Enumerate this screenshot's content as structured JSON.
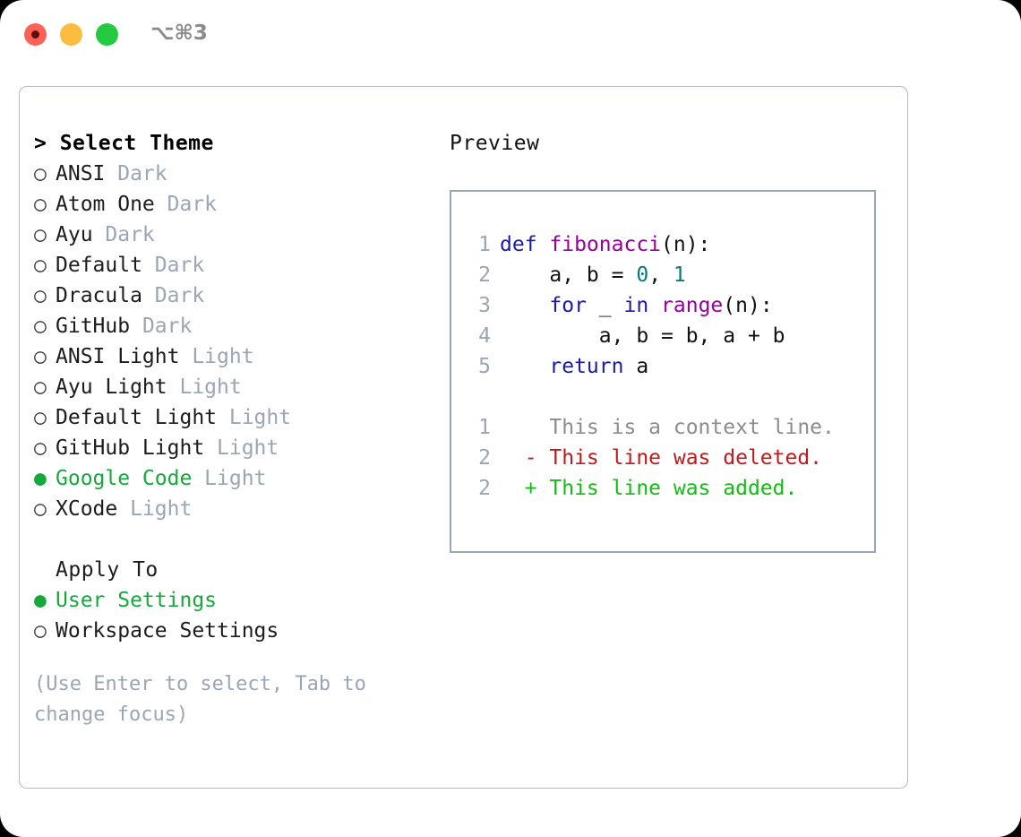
{
  "window": {
    "shortcut_label": "⌥⌘3",
    "traffic_lights": [
      {
        "name": "close",
        "color": "#fd6157"
      },
      {
        "name": "minimize",
        "color": "#fcbc40"
      },
      {
        "name": "maximize",
        "color": "#26ca41"
      }
    ]
  },
  "theme_picker": {
    "header": "> Select Theme",
    "selected_theme": "Google Code",
    "marker_selected": "●",
    "marker_unselected": "○",
    "accent_color": "#17a83b",
    "variant_color": "#9aa5b5",
    "items": [
      {
        "name": "ANSI",
        "variant": "Dark",
        "selected": false
      },
      {
        "name": "Atom One",
        "variant": "Dark",
        "selected": false
      },
      {
        "name": "Ayu",
        "variant": "Dark",
        "selected": false
      },
      {
        "name": "Default",
        "variant": "Dark",
        "selected": false
      },
      {
        "name": "Dracula",
        "variant": "Dark",
        "selected": false
      },
      {
        "name": "GitHub",
        "variant": "Dark",
        "selected": false
      },
      {
        "name": "ANSI Light",
        "variant": "Light",
        "selected": false
      },
      {
        "name": "Ayu Light",
        "variant": "Light",
        "selected": false
      },
      {
        "name": "Default Light",
        "variant": "Light",
        "selected": false
      },
      {
        "name": "GitHub Light",
        "variant": "Light",
        "selected": false
      },
      {
        "name": "Google Code",
        "variant": "Light",
        "selected": true
      },
      {
        "name": "XCode",
        "variant": "Light",
        "selected": false
      }
    ]
  },
  "apply_to": {
    "header": "Apply To",
    "selected_option": "User Settings",
    "options": [
      {
        "label": "User Settings",
        "selected": true
      },
      {
        "label": "Workspace Settings",
        "selected": false
      }
    ]
  },
  "hint": "(Use Enter to select, Tab to change focus)",
  "preview": {
    "header": "Preview",
    "border_color": "#9aa7ba",
    "code_lines": [
      {
        "number": "1",
        "spans": [
          {
            "text": "def ",
            "style": "kw"
          },
          {
            "text": "fibonacci",
            "style": "fn"
          },
          {
            "text": "(n):",
            "style": "pl"
          }
        ]
      },
      {
        "number": "2",
        "spans": [
          {
            "text": "    a, b = ",
            "style": "pl"
          },
          {
            "text": "0",
            "style": "num"
          },
          {
            "text": ", ",
            "style": "pl"
          },
          {
            "text": "1",
            "style": "num"
          }
        ]
      },
      {
        "number": "3",
        "spans": [
          {
            "text": "    ",
            "style": "pl"
          },
          {
            "text": "for",
            "style": "kw"
          },
          {
            "text": " _ ",
            "style": "pl"
          },
          {
            "text": "in",
            "style": "kw"
          },
          {
            "text": " ",
            "style": "pl"
          },
          {
            "text": "range",
            "style": "fn"
          },
          {
            "text": "(n):",
            "style": "pl"
          }
        ]
      },
      {
        "number": "4",
        "spans": [
          {
            "text": "        a, b = b, a + b",
            "style": "pl"
          }
        ]
      },
      {
        "number": "5",
        "spans": [
          {
            "text": "    ",
            "style": "pl"
          },
          {
            "text": "return",
            "style": "kw"
          },
          {
            "text": " a",
            "style": "pl"
          }
        ]
      }
    ],
    "diff_lines": [
      {
        "number": "1",
        "marker": " ",
        "text": " This is a context line.",
        "style": "ctx"
      },
      {
        "number": "2",
        "marker": "-",
        "text": " This line was deleted.",
        "style": "del"
      },
      {
        "number": "2",
        "marker": "+",
        "text": " This line was added.",
        "style": "add"
      }
    ]
  }
}
